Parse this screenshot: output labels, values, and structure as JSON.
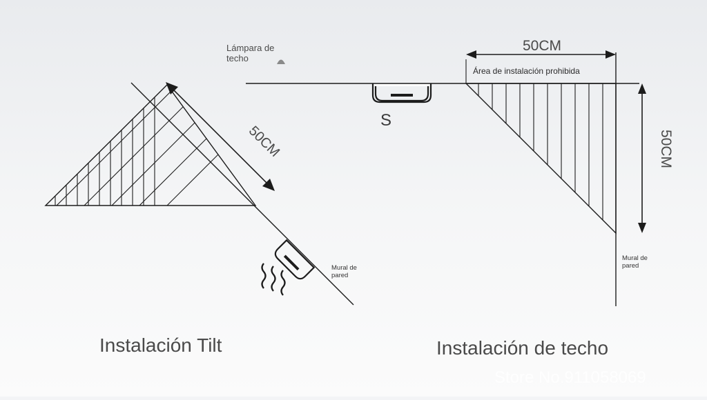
{
  "left_diagram": {
    "dimension_label": "50CM",
    "wall_label_line1": "Mural de",
    "wall_label_line2": "pared",
    "caption": "Instalación Tilt"
  },
  "right_diagram": {
    "lamp_label_line1": "Lámpara de",
    "lamp_label_line2": "techo",
    "sensor_letter": "S",
    "width_label": "50CM",
    "height_label": "50CM",
    "forbidden_area_label": "Área de instalación prohibida",
    "wall_label_line1": "Mural de",
    "wall_label_line2": "pared",
    "caption": "Instalación de techo"
  },
  "watermark": "Store No.911058069",
  "colors": {
    "line": "#1c1c1c",
    "caption_text": "#4a4a4a",
    "background": "#f3f4f6"
  }
}
